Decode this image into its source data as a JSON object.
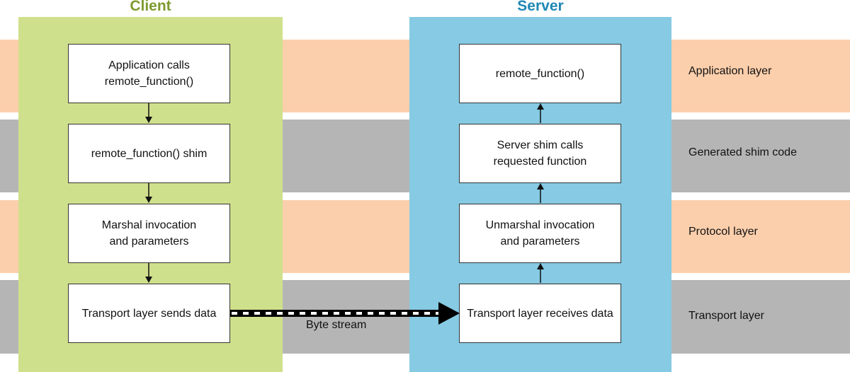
{
  "client": {
    "title": "Client",
    "boxes": [
      {
        "text": "Application calls\nremote_function()"
      },
      {
        "text": "remote_function() shim"
      },
      {
        "text": "Marshal invocation\nand parameters"
      },
      {
        "text": "Transport layer sends data"
      }
    ]
  },
  "server": {
    "title": "Server",
    "boxes": [
      {
        "text": "remote_function()"
      },
      {
        "text": "Server shim calls\nrequested function"
      },
      {
        "text": "Unmarshal invocation\nand parameters"
      },
      {
        "text": "Transport layer receives data"
      }
    ]
  },
  "layers": [
    "Application layer",
    "Generated shim code",
    "Protocol layer",
    "Transport layer"
  ],
  "connection": {
    "label": "Byte stream"
  },
  "colors": {
    "app_band": "#fccfac",
    "shim_band": "#b5b5b5",
    "client_column": "#cfe08c",
    "server_column": "#86cae3",
    "client_title": "#7e9a2e",
    "server_title": "#1f87b4"
  }
}
